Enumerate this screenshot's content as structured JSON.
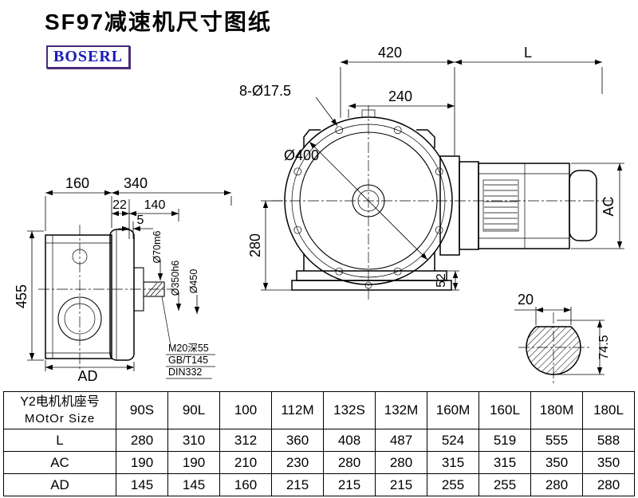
{
  "page": {
    "title": "SF97减速机尺寸图纸",
    "brand": "BOSERL"
  },
  "drawing": {
    "front_view": {
      "dim_420": "420",
      "dim_L": "L",
      "dim_holes": "8-Ø17.5",
      "dim_240": "240",
      "dim_d400": "Ø400",
      "dim_280": "280",
      "dim_52": "52",
      "dim_AC": "AC"
    },
    "side_view": {
      "dim_160": "160",
      "dim_340": "340",
      "dim_22": "22",
      "dim_140": "140",
      "dim_5": "5",
      "dim_455": "455",
      "dim_AD": "AD",
      "dim_d70m6": "Ø70m6",
      "dim_d350h6": "Ø350h6",
      "dim_d450": "Ø450",
      "note_tap": "M20深55",
      "note_std1": "GB/T145",
      "note_std2": "DIN332"
    },
    "shaft_section": {
      "dim_20": "20",
      "dim_74_5": "74.5"
    }
  },
  "table": {
    "header": {
      "line1": "Y2电机机座号",
      "line2": "MOtOr Size"
    },
    "columns": [
      "90S",
      "90L",
      "100",
      "112M",
      "132S",
      "132M",
      "160M",
      "160L",
      "180M",
      "180L"
    ],
    "rows": [
      {
        "label": "L",
        "values": [
          "280",
          "310",
          "312",
          "360",
          "408",
          "487",
          "524",
          "519",
          "555",
          "588"
        ]
      },
      {
        "label": "AC",
        "values": [
          "190",
          "190",
          "210",
          "230",
          "280",
          "280",
          "315",
          "315",
          "350",
          "350"
        ]
      },
      {
        "label": "AD",
        "values": [
          "145",
          "145",
          "160",
          "215",
          "215",
          "215",
          "255",
          "255",
          "280",
          "280"
        ]
      }
    ]
  },
  "colors": {
    "line": "#000000",
    "brand_text": "#1a1ab8",
    "brand_border": "#4a2a7a"
  }
}
